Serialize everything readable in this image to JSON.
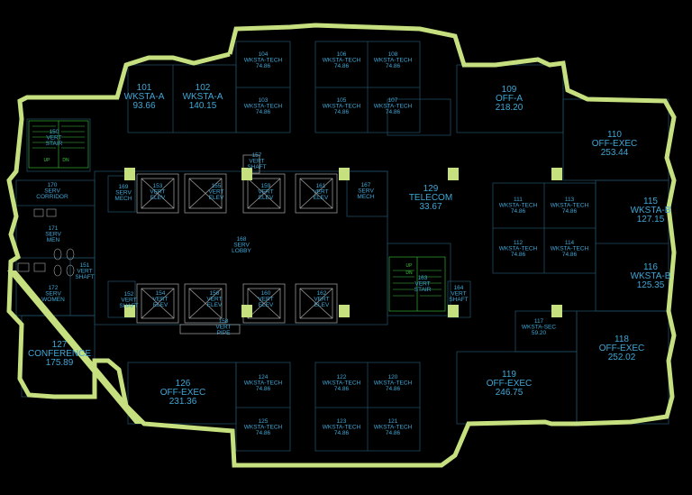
{
  "colors": {
    "background": "#000000",
    "walls": "#c6df7f",
    "room_lines": "#1f4d63",
    "labels": "#3fa7d6",
    "stairs": "#3ec83e"
  },
  "rooms": [
    {
      "id": "101",
      "lines": [
        "101",
        "WKSTA-A",
        "93.66"
      ]
    },
    {
      "id": "102",
      "lines": [
        "102",
        "WKSTA-A",
        "140.15"
      ]
    },
    {
      "id": "104",
      "lines": [
        "104",
        "WKSTA-TECH",
        "74.86"
      ]
    },
    {
      "id": "103",
      "lines": [
        "103",
        "WKSTA-TECH",
        "74.86"
      ]
    },
    {
      "id": "106",
      "lines": [
        "106",
        "WKSTA-TECH",
        "74.86"
      ]
    },
    {
      "id": "108",
      "lines": [
        "108",
        "WKSTA-TECH",
        "74.86"
      ]
    },
    {
      "id": "105",
      "lines": [
        "105",
        "WKSTA-TECH",
        "74.86"
      ]
    },
    {
      "id": "107",
      "lines": [
        "107",
        "WKSTA-TECH",
        "74.86"
      ]
    },
    {
      "id": "109",
      "lines": [
        "109",
        "OFF-A",
        "218.20"
      ]
    },
    {
      "id": "110",
      "lines": [
        "110",
        "OFF-EXEC",
        "253.44"
      ]
    },
    {
      "id": "150",
      "lines": [
        "150",
        "VERT",
        "STAIR"
      ]
    },
    {
      "id": "157",
      "lines": [
        "157",
        "VERT",
        "SHAFT"
      ]
    },
    {
      "id": "170",
      "lines": [
        "170",
        "SERV",
        "CORRIDOR"
      ]
    },
    {
      "id": "169",
      "lines": [
        "169",
        "SERV",
        "MECH"
      ]
    },
    {
      "id": "153",
      "lines": [
        "153",
        "VERT",
        "ELEV"
      ]
    },
    {
      "id": "155",
      "lines": [
        "155",
        "VERT",
        "ELEV"
      ]
    },
    {
      "id": "159",
      "lines": [
        "159",
        "VERT",
        "ELEV"
      ]
    },
    {
      "id": "161",
      "lines": [
        "161",
        "VERT",
        "ELEV"
      ]
    },
    {
      "id": "167",
      "lines": [
        "167",
        "SERV",
        "MECH"
      ]
    },
    {
      "id": "129",
      "lines": [
        "129",
        "TELECOM",
        "33.67"
      ]
    },
    {
      "id": "111",
      "lines": [
        "111",
        "WKSTA-TECH",
        "74.86"
      ]
    },
    {
      "id": "113",
      "lines": [
        "113",
        "WKSTA-TECH",
        "74.86"
      ]
    },
    {
      "id": "115",
      "lines": [
        "115",
        "WKSTA-B",
        "127.15"
      ]
    },
    {
      "id": "171",
      "lines": [
        "171",
        "SERV",
        "MEN"
      ]
    },
    {
      "id": "168",
      "lines": [
        "168",
        "SERV",
        "LOBBY"
      ]
    },
    {
      "id": "112",
      "lines": [
        "112",
        "WKSTA-TECH",
        "74.86"
      ]
    },
    {
      "id": "114",
      "lines": [
        "114",
        "WKSTA-TECH",
        "74.86"
      ]
    },
    {
      "id": "151",
      "lines": [
        "151",
        "VERT",
        "SHAFT"
      ]
    },
    {
      "id": "163",
      "lines": [
        "163",
        "VERT",
        "STAIR"
      ]
    },
    {
      "id": "116",
      "lines": [
        "116",
        "WKSTA-B",
        "125.35"
      ]
    },
    {
      "id": "172",
      "lines": [
        "172",
        "SERV",
        "WOMEN"
      ]
    },
    {
      "id": "152",
      "lines": [
        "152",
        "VERT",
        "SHAFT"
      ]
    },
    {
      "id": "154",
      "lines": [
        "154",
        "VERT",
        "ELEV"
      ]
    },
    {
      "id": "156",
      "lines": [
        "156",
        "VERT",
        "ELEV"
      ]
    },
    {
      "id": "160",
      "lines": [
        "160",
        "VERT",
        "ELEV"
      ]
    },
    {
      "id": "162",
      "lines": [
        "162",
        "VERT",
        "ELEV"
      ]
    },
    {
      "id": "164",
      "lines": [
        "164",
        "VERT",
        "SHAFT"
      ]
    },
    {
      "id": "158",
      "lines": [
        "158",
        "VERT",
        "PIPE"
      ]
    },
    {
      "id": "117",
      "lines": [
        "117",
        "WKSTA-SEC",
        "59.20"
      ]
    },
    {
      "id": "118",
      "lines": [
        "118",
        "OFF-EXEC",
        "252.02"
      ]
    },
    {
      "id": "127",
      "lines": [
        "127",
        "CONFERENCE",
        "175.89"
      ]
    },
    {
      "id": "126",
      "lines": [
        "126",
        "OFF-EXEC",
        "231.36"
      ]
    },
    {
      "id": "124",
      "lines": [
        "124",
        "WKSTA-TECH",
        "74.86"
      ]
    },
    {
      "id": "125",
      "lines": [
        "125",
        "WKSTA-TECH",
        "74.86"
      ]
    },
    {
      "id": "122",
      "lines": [
        "122",
        "WKSTA-TECH",
        "74.86"
      ]
    },
    {
      "id": "120",
      "lines": [
        "120",
        "WKSTA-TECH",
        "74.86"
      ]
    },
    {
      "id": "123",
      "lines": [
        "123",
        "WKSTA-TECH",
        "74.86"
      ]
    },
    {
      "id": "121",
      "lines": [
        "121",
        "WKSTA-TECH",
        "74.86"
      ]
    },
    {
      "id": "119",
      "lines": [
        "119",
        "OFF-EXEC",
        "246.75"
      ]
    }
  ],
  "stair_marks": {
    "stair_150_up": "UP",
    "stair_150_dn": "DN",
    "stair_163_up": "UP",
    "stair_163_dn": "DN"
  }
}
